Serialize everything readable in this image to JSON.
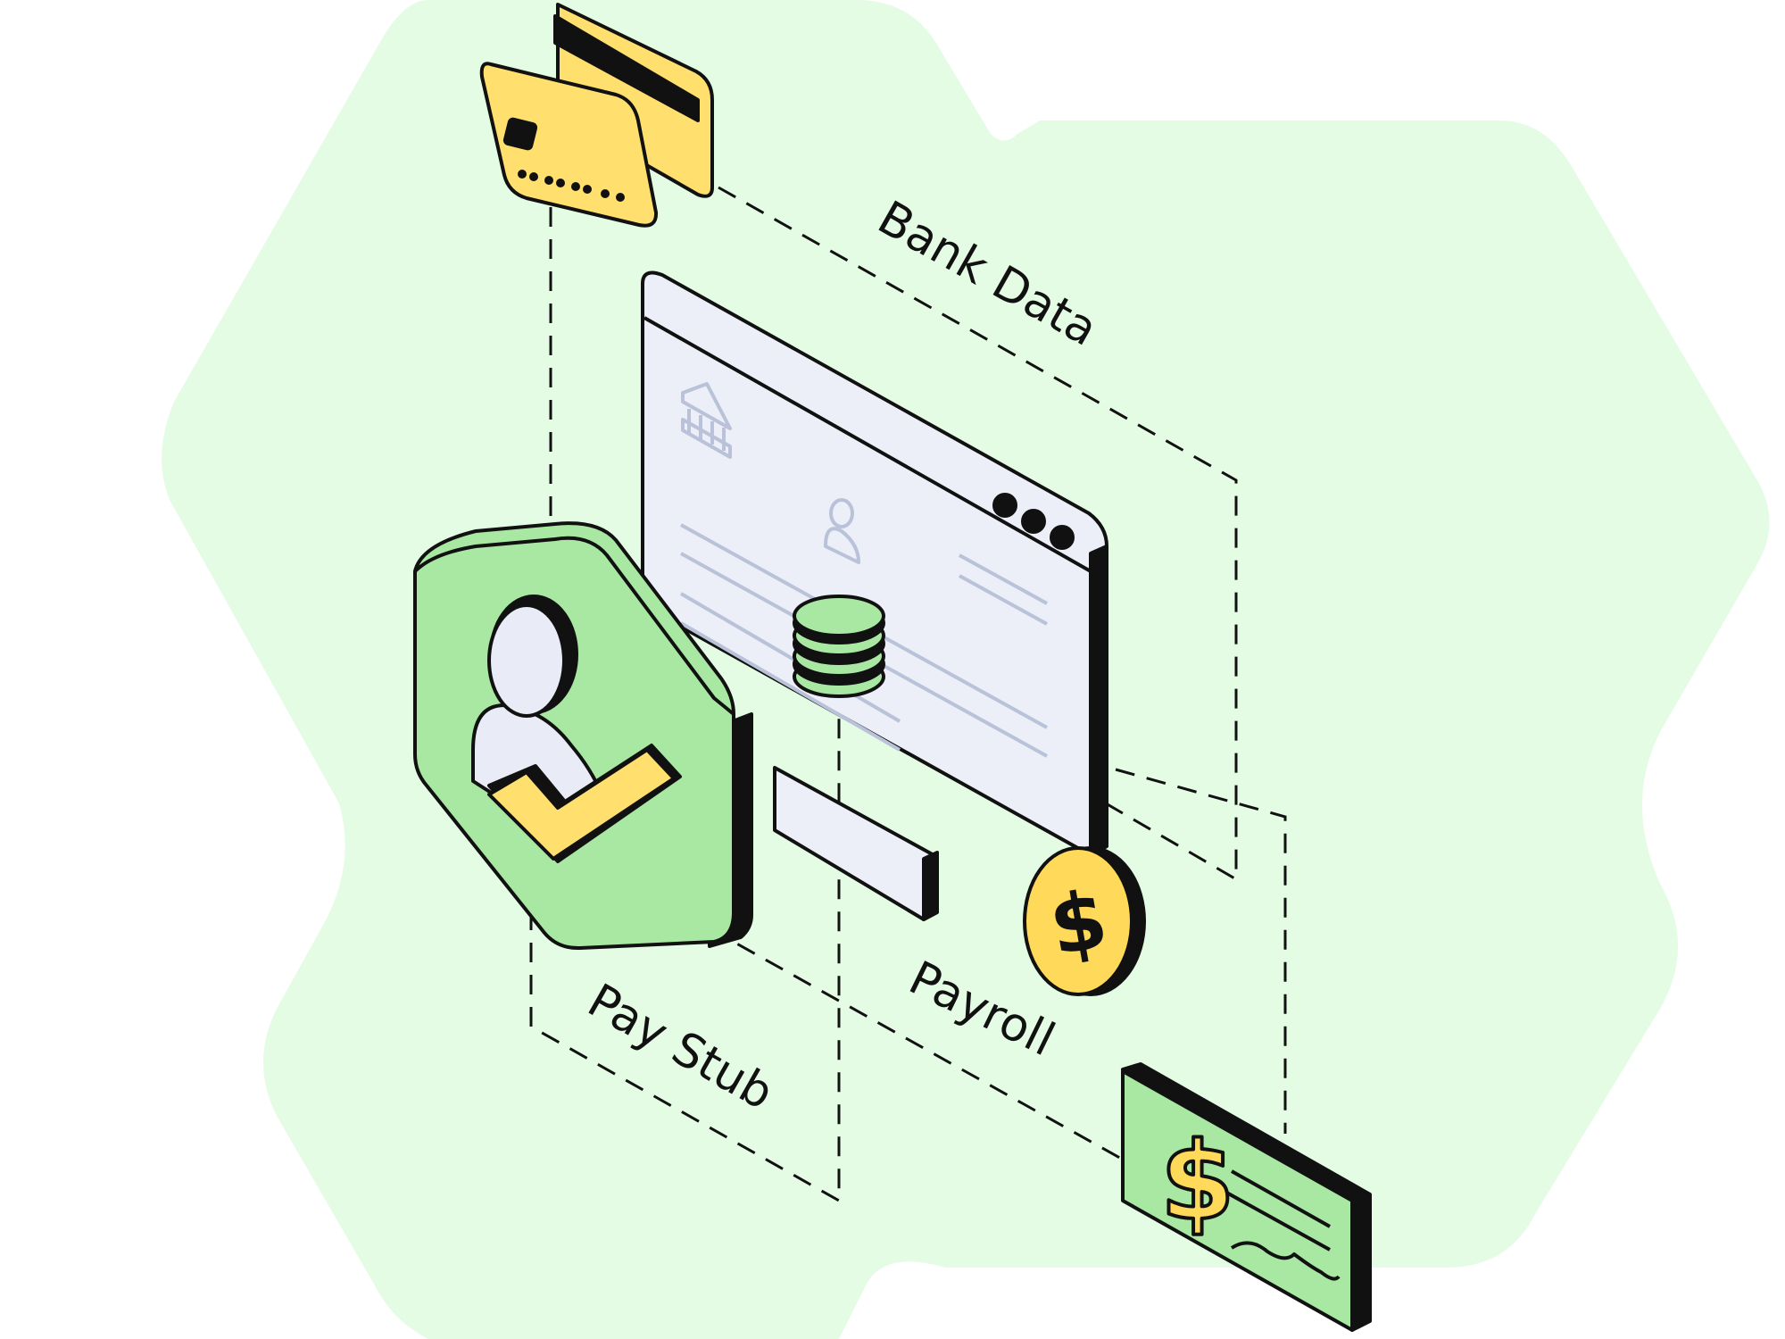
{
  "labels": {
    "bank_data": "Bank Data",
    "pay_stub": "Pay Stub",
    "payroll": "Payroll"
  },
  "icons": [
    "credit-cards-icon",
    "browser-window-icon",
    "bank-building-icon",
    "user-outline-icon",
    "coin-stack-icon",
    "verified-user-shield-icon",
    "dollar-coin-icon",
    "paycheck-icon"
  ],
  "colors": {
    "background_blob": "#e4fbe4",
    "outline": "#111111",
    "card_yellow": "#ffdf6e",
    "shield_green": "#a9e8a3",
    "window_fill": "#eceff8",
    "window_lines": "#b9c2d8",
    "person_fill": "#e9ebf6",
    "coin_yellow": "#ffd95a"
  }
}
